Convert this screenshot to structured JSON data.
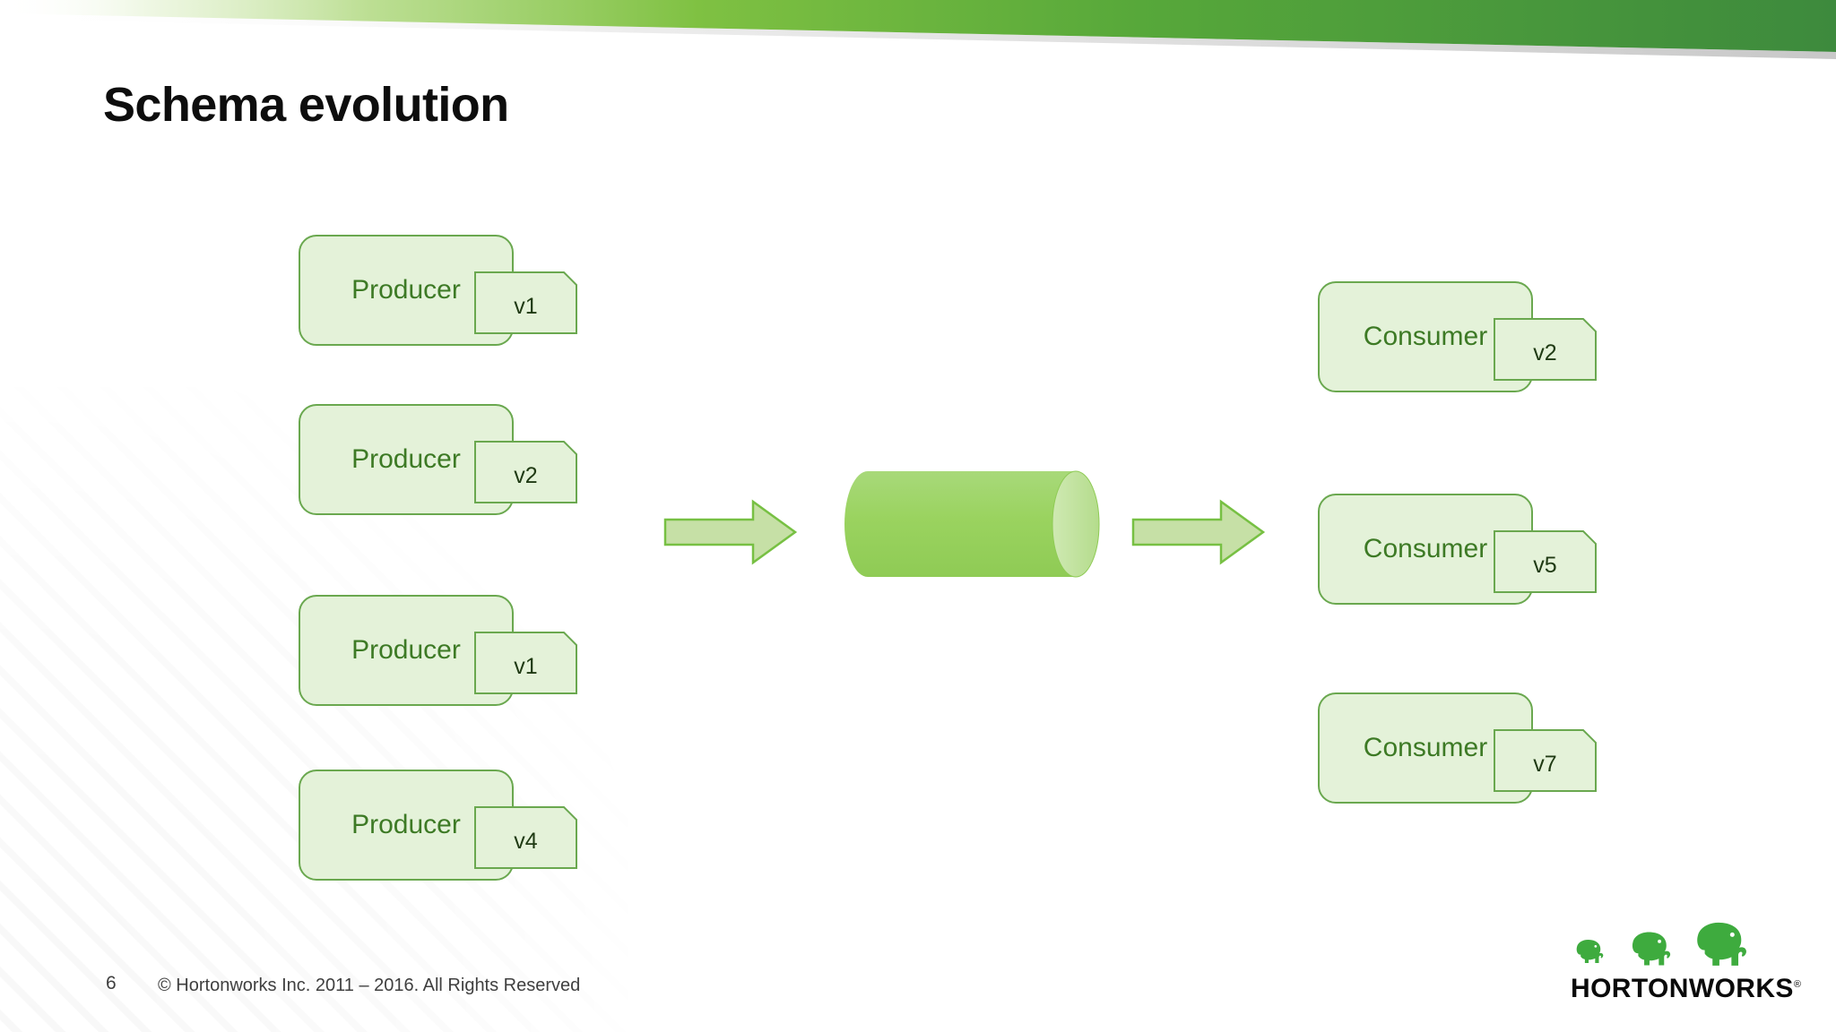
{
  "slide": {
    "title": "Schema evolution",
    "number": "6",
    "copyright": "© Hortonworks Inc. 2011 – 2016. All Rights Reserved"
  },
  "theme": {
    "banner_light": "#b9dd8e",
    "banner_dark": "#3d8a3d",
    "node_fill": "#e4f2d9",
    "node_border": "#6aa84f",
    "node_text": "#3d7a25",
    "arrow_fill": "#c6e0a6",
    "arrow_border": "#77c043",
    "cylinder_fill": "#9fd469",
    "cylinder_cap": "#d5ecb9",
    "logo_green": "#3eab3e",
    "footer_text": "#3f3f3f"
  },
  "diagram": {
    "producers": [
      {
        "label": "Producer",
        "version": "v1"
      },
      {
        "label": "Producer",
        "version": "v2"
      },
      {
        "label": "Producer",
        "version": "v1"
      },
      {
        "label": "Producer",
        "version": "v4"
      }
    ],
    "consumers": [
      {
        "label": "Consumer",
        "version": "v2"
      },
      {
        "label": "Consumer",
        "version": "v5"
      },
      {
        "label": "Consumer",
        "version": "v7"
      }
    ],
    "arrows": [
      {
        "name": "producers-to-store"
      },
      {
        "name": "store-to-consumers"
      }
    ],
    "store": {
      "name": "data-store-cylinder",
      "label": ""
    }
  },
  "logo": {
    "wordmark": "HORTONWORKS",
    "registered": "®"
  }
}
